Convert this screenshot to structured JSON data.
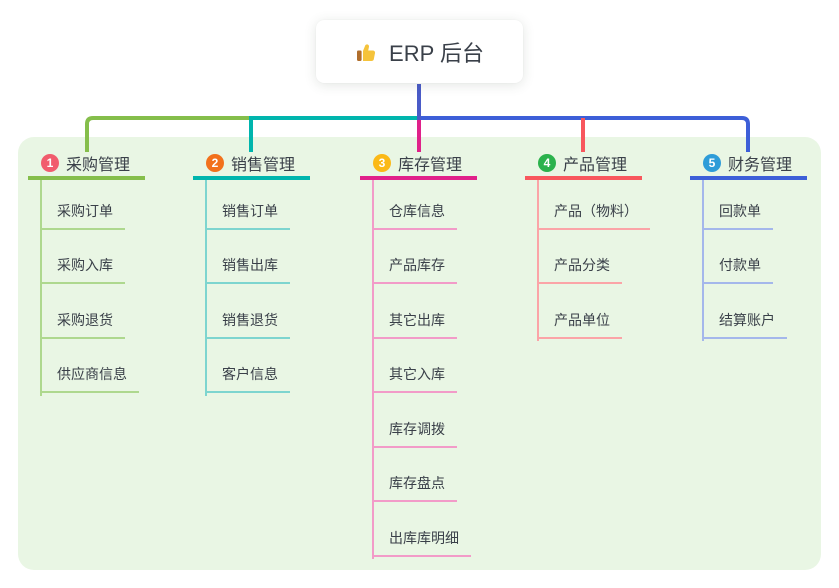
{
  "title": {
    "icon": "thumbs-up",
    "text": "ERP 后台"
  },
  "colors": {
    "panel-bg": "#e9f6e4",
    "text": "#3a4049",
    "trunk": "#4a5bc8",
    "b1": "#85be4b",
    "b1-light": "#aed88e",
    "b2": "#00b5ad",
    "b2-light": "#7dd5cf",
    "b3": "#e0218a",
    "b3-light": "#f29bc8",
    "b4": "#f8575d",
    "b4-light": "#fba4a7",
    "b5": "#3d5fd8",
    "b5-light": "#a4b7eb",
    "n1": "#f15c6d",
    "n2": "#f2711c",
    "n3": "#fbb917",
    "n4": "#2bb24c",
    "n5": "#2e9cd8"
  },
  "branches": [
    {
      "num": "1",
      "label": "采购管理",
      "children": [
        "采购订单",
        "采购入库",
        "采购退货",
        "供应商信息"
      ]
    },
    {
      "num": "2",
      "label": "销售管理",
      "children": [
        "销售订单",
        "销售出库",
        "销售退货",
        "客户信息"
      ]
    },
    {
      "num": "3",
      "label": "库存管理",
      "children": [
        "仓库信息",
        "产品库存",
        "其它出库",
        "其它入库",
        "库存调拨",
        "库存盘点",
        "出库库明细"
      ]
    },
    {
      "num": "4",
      "label": "产品管理",
      "children": [
        "产品（物料）",
        "产品分类",
        "产品单位"
      ]
    },
    {
      "num": "5",
      "label": "财务管理",
      "children": [
        "回款单",
        "付款单",
        "结算账户"
      ]
    }
  ]
}
